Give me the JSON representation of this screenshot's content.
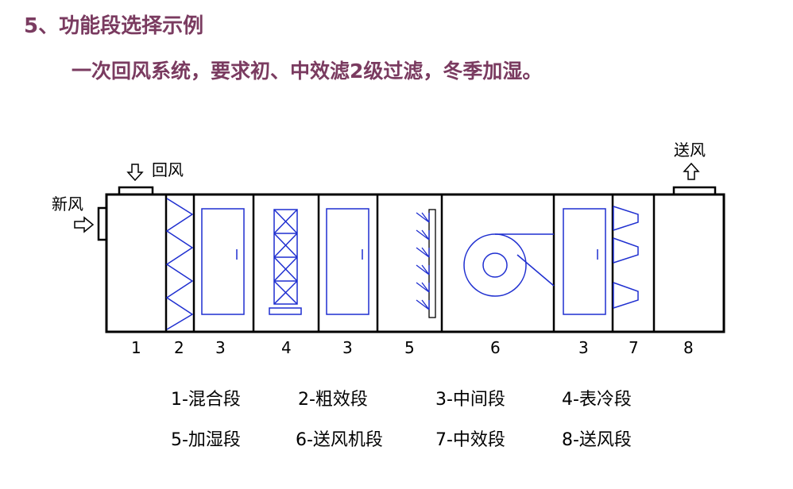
{
  "heading": {
    "title": "5、功能段选择示例",
    "subtitle": "一次回风系统，要求初、中效滤2级过滤，冬季加湿。"
  },
  "diagram": {
    "return_air_label": "回风",
    "fresh_air_label": "新风",
    "supply_air_label": "送风",
    "section_numbers": [
      "1",
      "2",
      "3",
      "4",
      "3",
      "5",
      "6",
      "3",
      "7",
      "8"
    ]
  },
  "legend": [
    "1-混合段",
    "2-粗效段",
    "3-中间段",
    "4-表冷段",
    "5-加湿段",
    "6-送风机段",
    "7-中效段",
    "8-送风段"
  ],
  "colors": {
    "heading": "#7a3b60",
    "component": "#1f2fd0",
    "outline": "#000000"
  }
}
